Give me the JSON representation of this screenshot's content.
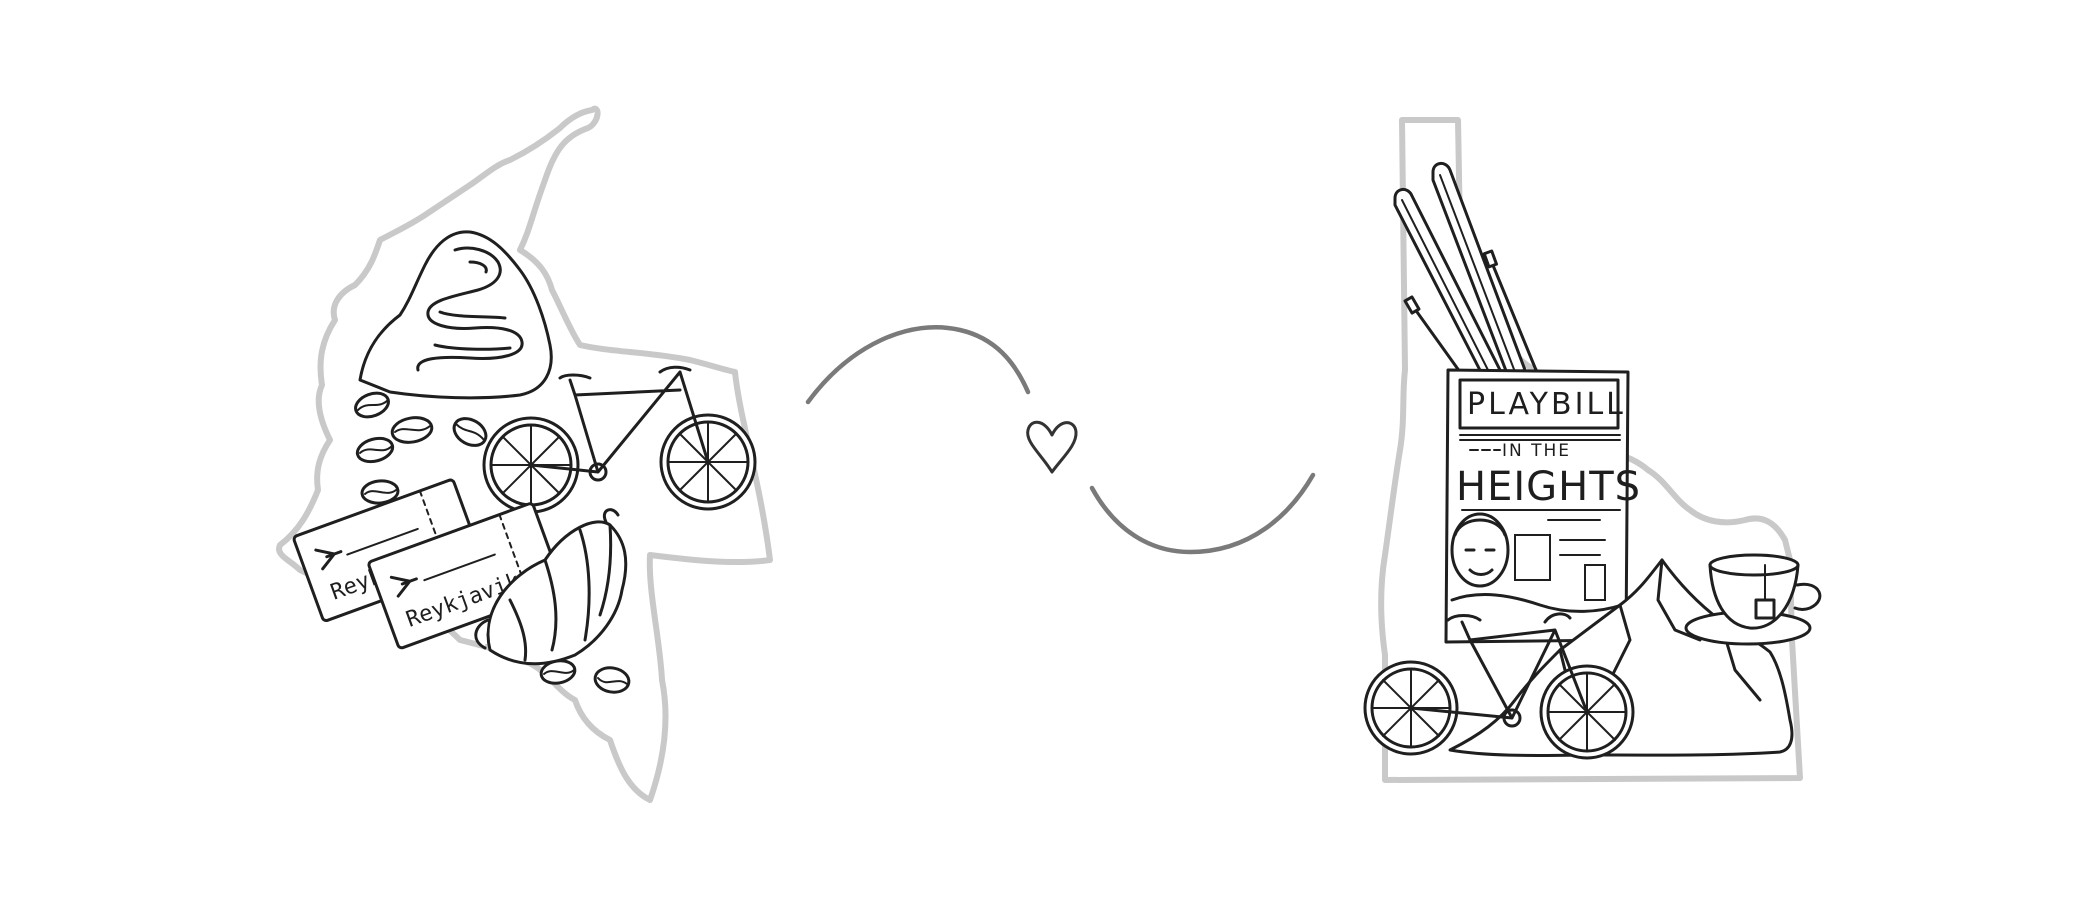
{
  "illustration": {
    "left_ticket_1_text": "Reykjavik",
    "left_ticket_2_text": "Reykjavik",
    "playbill_title": "PLAYBILL",
    "playbill_show_line1": "IN THE",
    "playbill_show_line2": "HEIGHTS"
  },
  "icons": {
    "left_group": [
      "colombia-map-outline",
      "mountain-road-icon",
      "bicycle-icon",
      "coffee-bean-icon",
      "plane-ticket-icon",
      "croissant-icon"
    ],
    "center": "heart-icon",
    "right_group": [
      "idaho-map-outline",
      "skis-icon",
      "playbill-icon",
      "mountain-icon",
      "teacup-icon",
      "bicycle-icon"
    ]
  },
  "colors": {
    "ink": "#1f1f1f",
    "map_outline": "#c9c9c9",
    "connector": "#7a7a7a",
    "background": "#ffffff"
  }
}
